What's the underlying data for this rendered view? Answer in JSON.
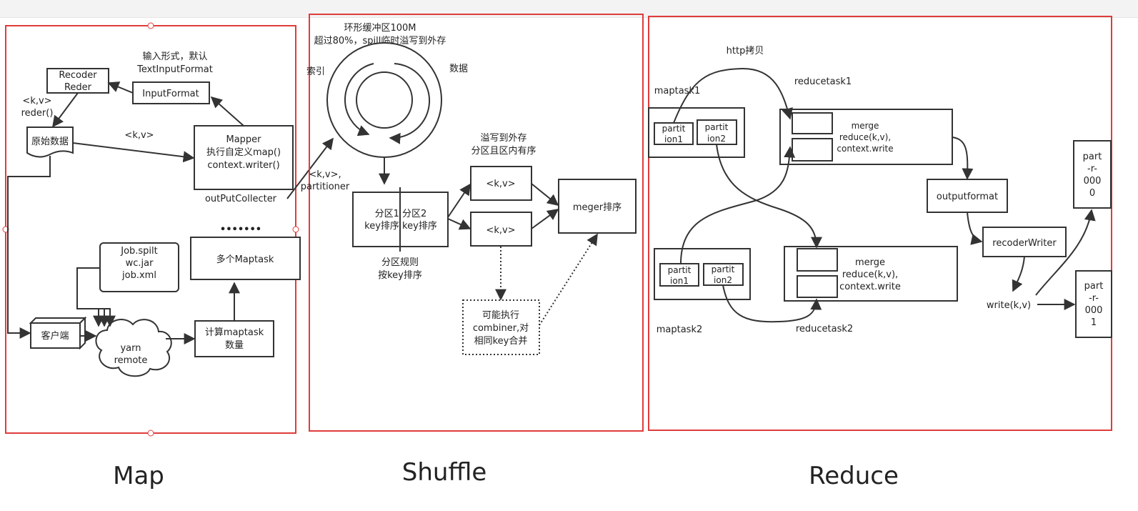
{
  "sections": {
    "map": "Map",
    "shuffle": "Shuffle",
    "reduce": "Reduce"
  },
  "map": {
    "input_note": [
      "输入形式，默认",
      "TextInputFormat"
    ],
    "recoder_reader": [
      "Recoder",
      "Reder"
    ],
    "input_format": "InputFormat",
    "kv_reder": [
      "<k,v>",
      "reder()"
    ],
    "raw_data": "原始数据",
    "kv": "<k,v>",
    "mapper": [
      "Mapper",
      "执行自定义map()",
      "context.writer()"
    ],
    "output_collector": "outPutCollecter",
    "dots": "•••••••",
    "multi_maptask": "多个Maptask",
    "job_files": [
      "Job.spilt",
      "wc.jar",
      "job.xml"
    ],
    "client": "客户端",
    "yarn": [
      "yarn",
      "remote"
    ],
    "compute": [
      "计算maptask",
      "数量"
    ]
  },
  "shuffle": {
    "buffer_title": [
      "环形缓冲区100M",
      "超过80%，spill临时溢写到外存"
    ],
    "index": "索引",
    "data": "数据",
    "kv_partitioner": [
      "<k,v>,",
      "partitioner"
    ],
    "partitions": [
      "分区1 分区2",
      "key排序  key排序"
    ],
    "partition_rule": [
      "分区规则",
      "按key排序"
    ],
    "spill_note": [
      "溢写到外存",
      "分区且区内有序"
    ],
    "kv1": "<k,v>",
    "kv2": "<k,v>",
    "merge_sort": "meger排序",
    "combiner": [
      "可能执行",
      "combiner,对",
      "相同key合并"
    ]
  },
  "reduce": {
    "http": "http拷贝",
    "maptask1": "maptask1",
    "maptask2": "maptask2",
    "reducetask1": "reducetask1",
    "reducetask2": "reducetask2",
    "partition1": [
      "partit",
      "ion1"
    ],
    "partition2": [
      "partit",
      "ion2"
    ],
    "merge_box": [
      "merge",
      "reduce(k,v),",
      "context.write"
    ],
    "outputformat": "outputformat",
    "recoder_writer": "recoderWriter",
    "write": "write(k,v)",
    "part0": [
      "part",
      "-r-",
      "000",
      "0"
    ],
    "part1": [
      "part",
      "-r-",
      "000",
      "1"
    ]
  },
  "colors": {
    "frame": "#e03c3c",
    "line": "#333333"
  }
}
